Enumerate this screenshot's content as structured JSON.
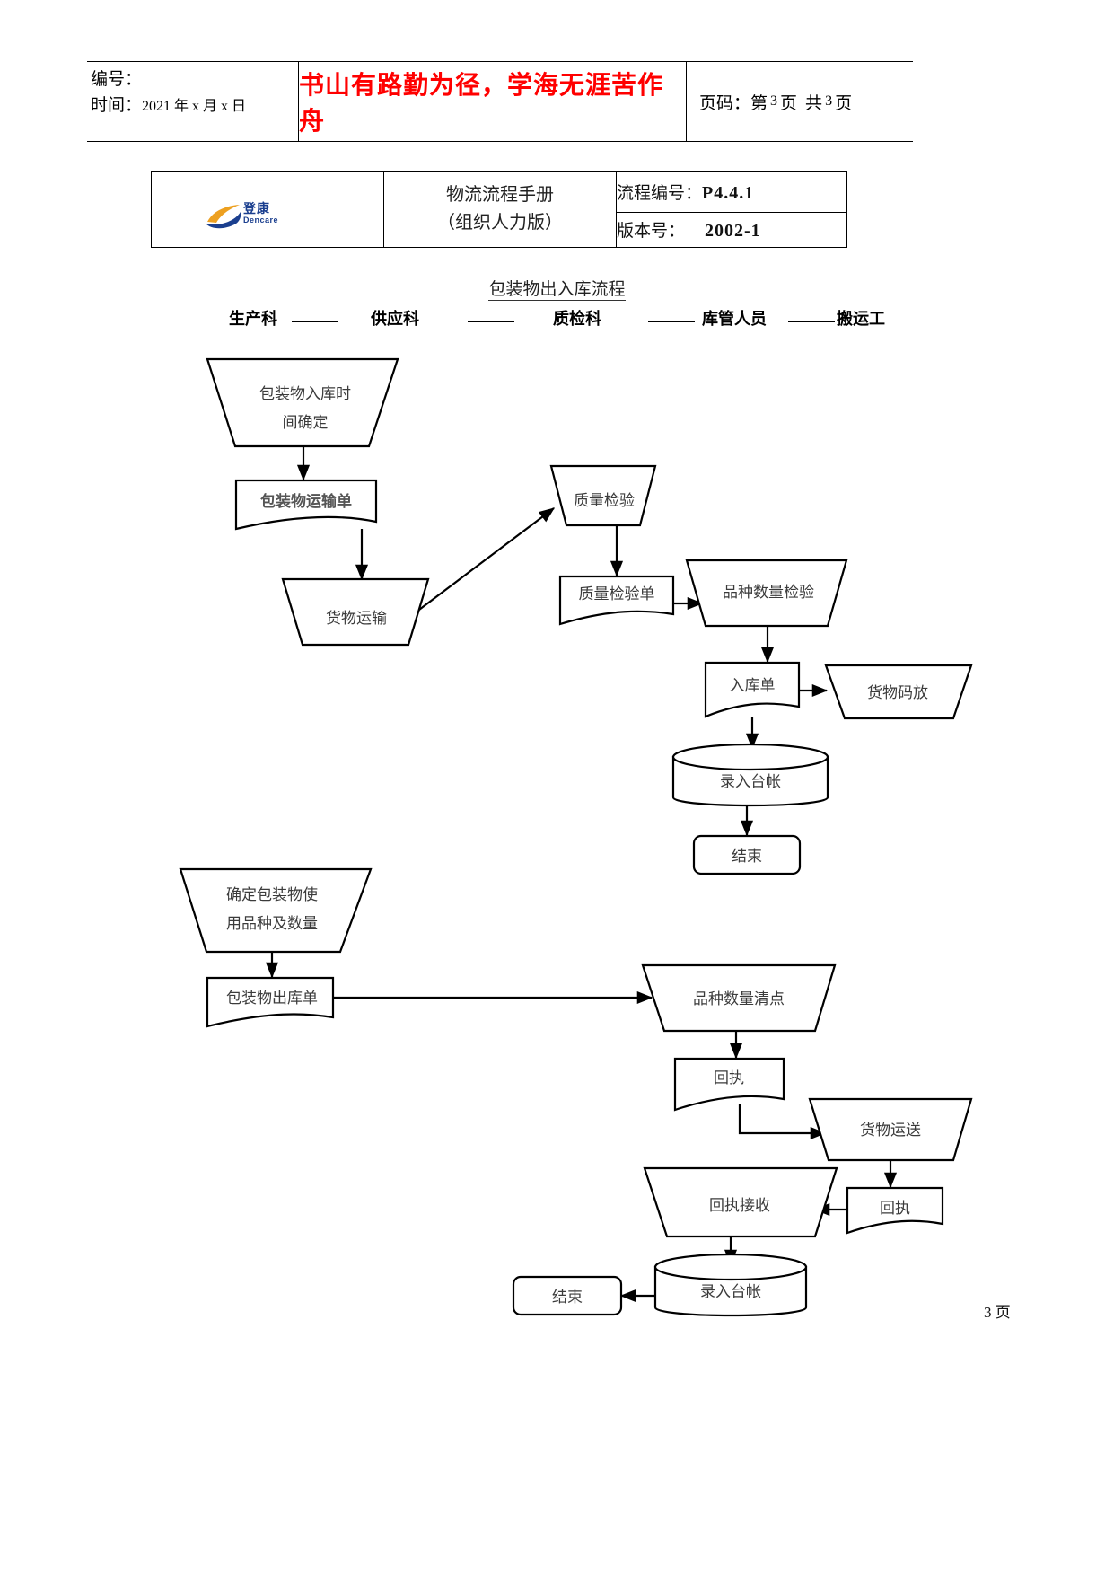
{
  "header": {
    "number_label": "编号：",
    "time_label": "时间：",
    "time_value": "2021 年 x 月 x 日",
    "slogan": "书山有路勤为径，学海无涯苦作舟",
    "page_label": "页码：",
    "page_text_1": "第",
    "page_current": "3",
    "page_text_2": "页",
    "page_text_3": "共",
    "page_total": "3",
    "page_text_4": "页"
  },
  "identity": {
    "logo_cn": "登康",
    "logo_en": "Dencare",
    "manual_title_line1": "物流流程手册",
    "manual_title_line2": "（组织人力版）",
    "code_label": "流程编号：",
    "code_value": "P4.4.1",
    "version_label": "版本号：",
    "version_value": "2002-1"
  },
  "chart": {
    "title": "包装物出入库流程",
    "lanes": [
      {
        "label": "生产科"
      },
      {
        "label": "供应科"
      },
      {
        "label": "质检科"
      },
      {
        "label": "库管人员"
      },
      {
        "label": "搬运工"
      }
    ],
    "nodes": {
      "n1": "包装物入库时",
      "n1b": "间确定",
      "n2": "包装物运输单",
      "n3": "货物运输",
      "n4": "质量检验",
      "n5": "质量检验单",
      "n6": "品种数量检验",
      "n7": "入库单",
      "n8": "货物码放",
      "n9": "录入台帐",
      "n10": "结束",
      "n11": "确定包装物使",
      "n11b": "用品种及数量",
      "n12": "包装物出库单",
      "n13": "品种数量清点",
      "n14": "回执",
      "n15": "货物运送",
      "n16": "回执接收",
      "n17": "回执",
      "n18": "录入台帐",
      "n19": "结束"
    }
  },
  "footer": {
    "page_marker": "3  页"
  },
  "colors": {
    "slogan": "#ff0000",
    "logo_blue": "#1b3f8f",
    "logo_orange": "#eda020",
    "rule": "#000000"
  }
}
